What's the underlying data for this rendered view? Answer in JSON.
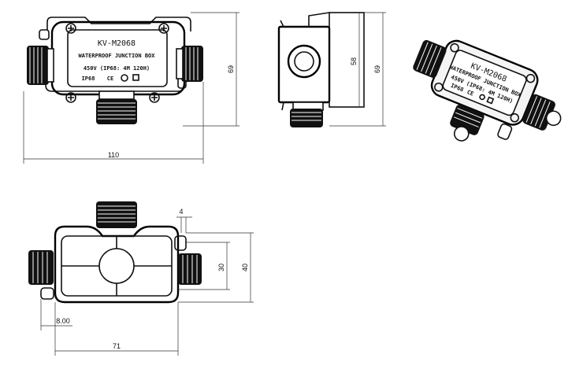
{
  "label": {
    "model": "KV-M2068",
    "line1": "WATERPROOF  JUNCTION BOX",
    "line2": "450V  (IP68: 4M 120H)",
    "rating": "IP68",
    "ce": "CE"
  },
  "dimensions": {
    "front_width": "110",
    "front_height": "69",
    "side_inner_height": "58",
    "side_outer_height": "69",
    "bottom_hole": "4",
    "bottom_inner_height": "30",
    "bottom_outer_height": "40",
    "bottom_offset": "8.00",
    "bottom_width": "71"
  }
}
